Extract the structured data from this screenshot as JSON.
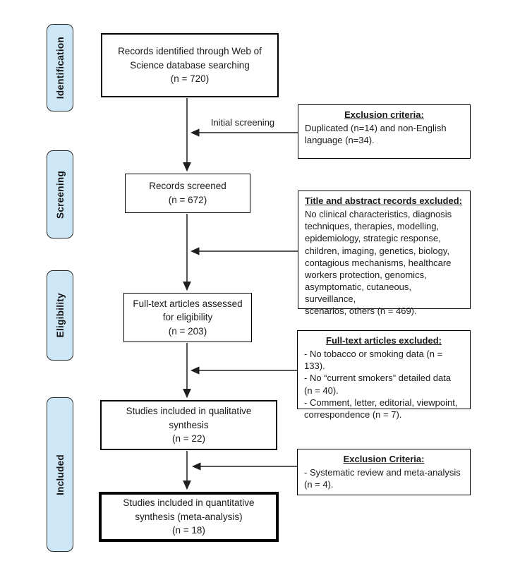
{
  "sidebar": {
    "identification": "Identification",
    "screening": "Screening",
    "eligibility": "Eligibility",
    "included": "Included"
  },
  "main_boxes": {
    "identified": {
      "text": "Records identified through Web of\nScience database searching\n(n = 720)"
    },
    "screened": {
      "text": "Records screened\n(n = 672)"
    },
    "fulltext_assessed": {
      "text": "Full-text articles assessed\nfor eligibility\n(n = 203)"
    },
    "qualitative": {
      "text": "Studies included in qualitative\nsynthesis\n(n = 22)"
    },
    "quantitative": {
      "text": "Studies included in quantitative\nsynthesis (meta-analysis)\n(n = 18)"
    }
  },
  "side_boxes": {
    "initial_exclusion": {
      "title": "Exclusion criteria:",
      "body": "Duplicated (n=14) and non-English\nlanguage (n=34)."
    },
    "title_abstract_excluded": {
      "title": "Title and abstract records excluded:",
      "body": "No clinical characteristics, diagnosis\ntechniques, therapies, modelling,\nepidemiology, strategic response,\nchildren, imaging, genetics, biology,\ncontagious mechanisms, healthcare\nworkers protection, genomics,\nasymptomatic, cutaneous, surveillance,\nscenarios, others (n = 469)."
    },
    "fulltext_excluded": {
      "title": "Full-text articles excluded:",
      "body": "- No tobacco or smoking data (n = 133).\n- No “current smokers” detailed data\n(n = 40).\n- Comment, letter, editorial, viewpoint,\ncorrespondence (n = 7)."
    },
    "final_exclusion": {
      "title": "Exclusion Criteria:",
      "body": "- Systematic review and meta-analysis\n(n = 4)."
    }
  },
  "labels": {
    "initial_screening": "Initial screening"
  },
  "colors": {
    "sidebar_fill": "#CDE7F7",
    "sidebar_border": "#2B2B2B",
    "box_border": "#000000",
    "line": "#1F1F1F",
    "text": "#1A1A1A"
  }
}
